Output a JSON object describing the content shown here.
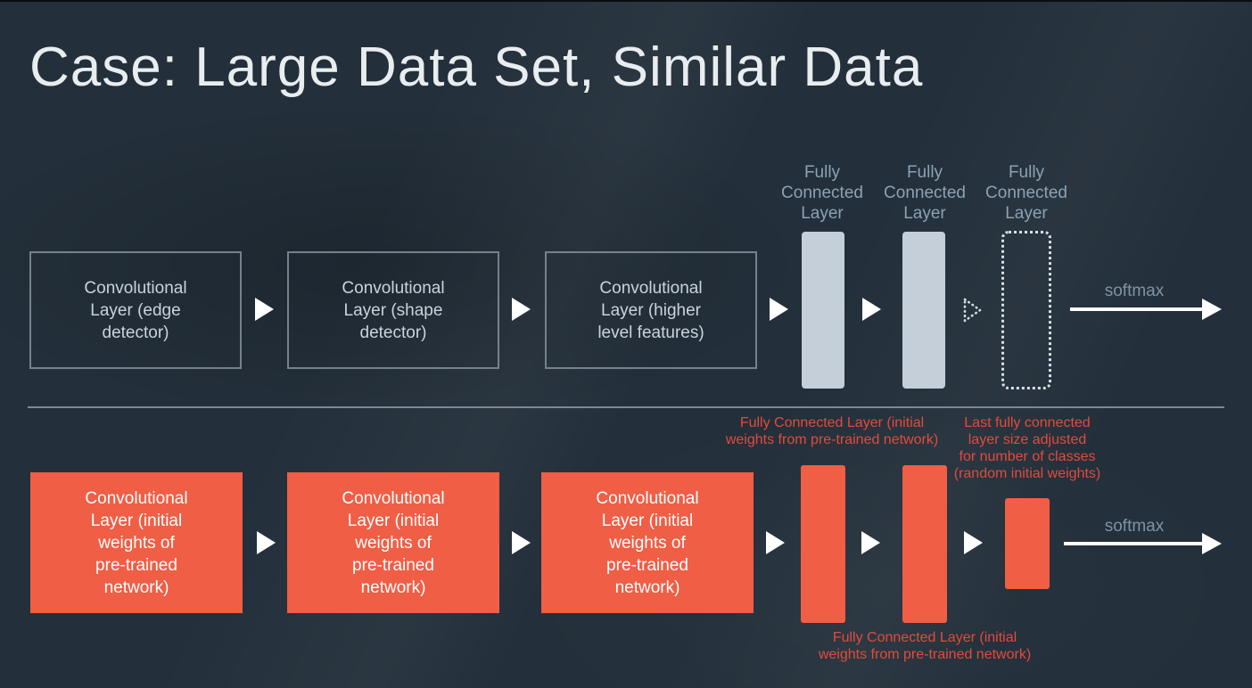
{
  "title": "Case: Large Data Set, Similar Data",
  "colors": {
    "background": "#232f3a",
    "accent_orange": "#f05e45",
    "annotation_red": "#e14b3c",
    "fc_bar_fill": "#c5cfd9",
    "muted_label": "#8ca2b4",
    "outline_gray": "#76818c"
  },
  "top_row": {
    "conv_boxes": [
      "Convolutional\nLayer (edge\ndetector)",
      "Convolutional\nLayer (shape\ndetector)",
      "Convolutional\nLayer (higher\nlevel features)"
    ],
    "fc_labels": [
      "Fully\nConnected\nLayer",
      "Fully\nConnected\nLayer",
      "Fully\nConnected\nLayer"
    ],
    "softmax_label": "softmax"
  },
  "bottom_row": {
    "conv_boxes": [
      "Convolutional\nLayer (initial\nweights of\npre-trained\nnetwork)",
      "Convolutional\nLayer (initial\nweights of\npre-trained\nnetwork)",
      "Convolutional\nLayer (initial\nweights of\npre-trained\nnetwork)"
    ],
    "softmax_label": "softmax",
    "annotations": {
      "fc_top": "Fully Connected Layer (initial\nweights from pre-trained network)",
      "last_fc": "Last fully connected\nlayer size adjusted\nfor number of classes\n(random initial weights)",
      "fc_bottom": "Fully Connected Layer (initial\nweights from pre-trained network)"
    }
  }
}
